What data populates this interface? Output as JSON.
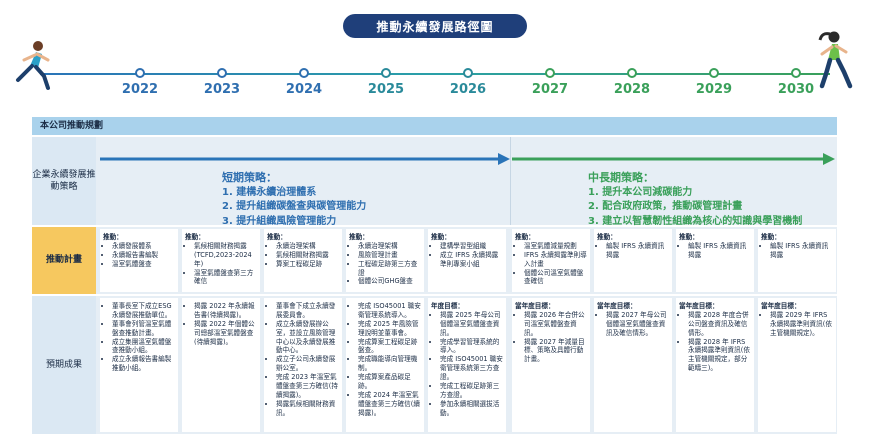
{
  "title": "推動永續發展路徑圖",
  "years": [
    "2022",
    "2023",
    "2024",
    "2025",
    "2026",
    "2027",
    "2028",
    "2029",
    "2030"
  ],
  "section": "本公司推動規劃",
  "rows": {
    "strategy": "企業永續發展推動策略",
    "plan": "推動計畫",
    "outcome": "預期成果"
  },
  "short_term": {
    "heading": "短期策略：",
    "items": [
      "1. 建構永續治理體系",
      "2. 提升組織碳盤查與碳管理能力",
      "3. 提升組織風險管理能力"
    ]
  },
  "mid_term": {
    "heading": "中長期策略：",
    "items": [
      "1. 提升本公司減碳能力",
      "2. 配合政府政策，推動碳管理計畫",
      "3. 建立以智慧韌性組織為核心的知識與學習機制"
    ]
  },
  "plans": [
    {
      "label": "推動：",
      "items": [
        "永續發展體系",
        "永續報告書編製",
        "溫室氣體盤查"
      ]
    },
    {
      "label": "推動：",
      "items": [
        "氣候相關財務揭露(TCFD,2023-2024年)",
        "溫室氣體盤查第三方確信"
      ]
    },
    {
      "label": "推動：",
      "items": [
        "永續治理架構",
        "氣候相關財務揭露",
        "算案工程碳足跡"
      ]
    },
    {
      "label": "推動：",
      "items": [
        "永續治理架構",
        "風險管理計畫",
        "工程碳足跡第三方查證",
        "個體公司GHG盤查"
      ]
    },
    {
      "label": "推動：",
      "items": [
        "建構學習型組織",
        "成立 IFRS 永續揭露準則專案小組"
      ]
    },
    {
      "label": "推動：",
      "items": [
        "溫室氣體減量規劃",
        "IFRS 永續揭露準則導入計畫",
        "個體公司溫室氣體盤查確信"
      ]
    },
    {
      "label": "推動：",
      "items": [
        "編製 IFRS 永續資訊揭露"
      ]
    },
    {
      "label": "推動：",
      "items": [
        "編製 IFRS 永續資訊揭露"
      ]
    },
    {
      "label": "推動：",
      "items": [
        "編製 IFRS 永續資訊揭露"
      ]
    }
  ],
  "outcomes": [
    {
      "label": "",
      "items": [
        "董事長室下成立ESG 永續發展推動單位。",
        "董事會列管溫室氣體盤查推動計畫。",
        "成立集團溫室氣體盤查推動小組。",
        "成立永續報告書編製推動小組。"
      ]
    },
    {
      "label": "",
      "items": [
        "揭露 2022 年永續報告書(待續揭露)。",
        "揭露 2022 年個體公司總部溫室氣體盤查(待續揭露)。"
      ]
    },
    {
      "label": "",
      "items": [
        "董事會下成立永續發展委員會。",
        "成立永續發展辦公室，並設立風險管理中心以及永續發展推動中心。",
        "成立子公司永續發展辦公室。",
        "完成 2023 年溫室氣體盤查第三方確信(持續揭露)。",
        "揭露氣候相關財務資訊。"
      ]
    },
    {
      "label": "",
      "items": [
        "完成 ISO45001 職安衛管理系統導入。",
        "完成 2025 年風險管理說明並董事會。",
        "完成算案工程碳足跡盤查。",
        "完成職能導向管理機制。",
        "完成算案產品碳足跡。",
        "完成 2024 年溫室氣體盤查第三方確信(續揭露)。"
      ]
    },
    {
      "label": "年度目標：",
      "items": [
        "揭露 2025 年母公司個體溫室氣體盤查資訊。",
        "完成學習管理系統的導入。",
        "完成 ISO45001 職安衛管理系統第三方查證。",
        "完成工程碳足跡第三方查證。",
        "參加永續相關選拔活動。"
      ]
    },
    {
      "label": "當年度目標：",
      "items": [
        "揭露 2026 年合併公司溫室氣體盤查資訊。",
        "揭露 2027 年減量目標、策略及具體行動計畫。"
      ]
    },
    {
      "label": "當年度目標：",
      "items": [
        "揭露 2027 年母公司個體溫室氣體盤查資訊及確信情形。"
      ]
    },
    {
      "label": "當年度目標：",
      "items": [
        "揭露 2028 年度合併公司盤查資訊及確信情形。",
        "揭露 2028 年 IFRS 永續揭露準則資訊(依主管機關規定，部分範疇三)。"
      ]
    },
    {
      "label": "當年度目標：",
      "items": [
        "揭露 2029 年 IFRS 永續揭露準則資訊(依主管機關規定)。"
      ]
    }
  ],
  "colors": {
    "navy": "#1f3f7a",
    "blue": "#2f6fb0",
    "green": "#3aa05a",
    "teal": "#2a8a9a",
    "header": "#a9d2ec",
    "row_label_bg": "#dbe8f3",
    "plan_label_bg": "#f6c85f",
    "grid_bg": "#e6eef5"
  }
}
